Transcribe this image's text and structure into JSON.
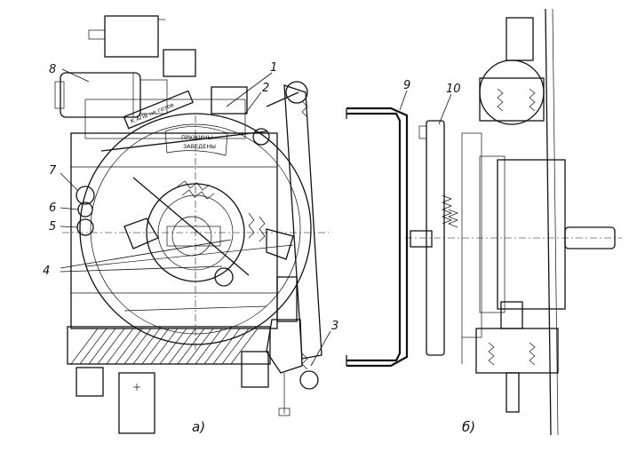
{
  "figure": {
    "callouts": [
      "1",
      "2",
      "3",
      "4",
      "5",
      "6",
      "7",
      "8",
      "9",
      "10"
    ],
    "view_captions": {
      "a": "а)",
      "b": "б)"
    },
    "dial_text": {
      "line1": "ПРУЖИНЫ",
      "line2": "ЗАВЕДЕНЫ"
    },
    "plate_text": "К АПВ не готов"
  }
}
